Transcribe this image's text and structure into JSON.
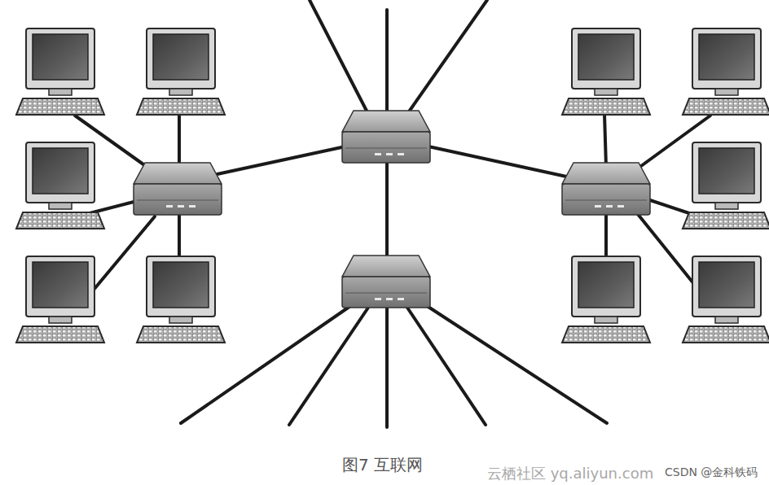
{
  "diagram": {
    "caption": "图7 互联网",
    "labels": [
      "云栖社区 yq.aliyun.com",
      "CSDN @金科铁码"
    ]
  }
}
